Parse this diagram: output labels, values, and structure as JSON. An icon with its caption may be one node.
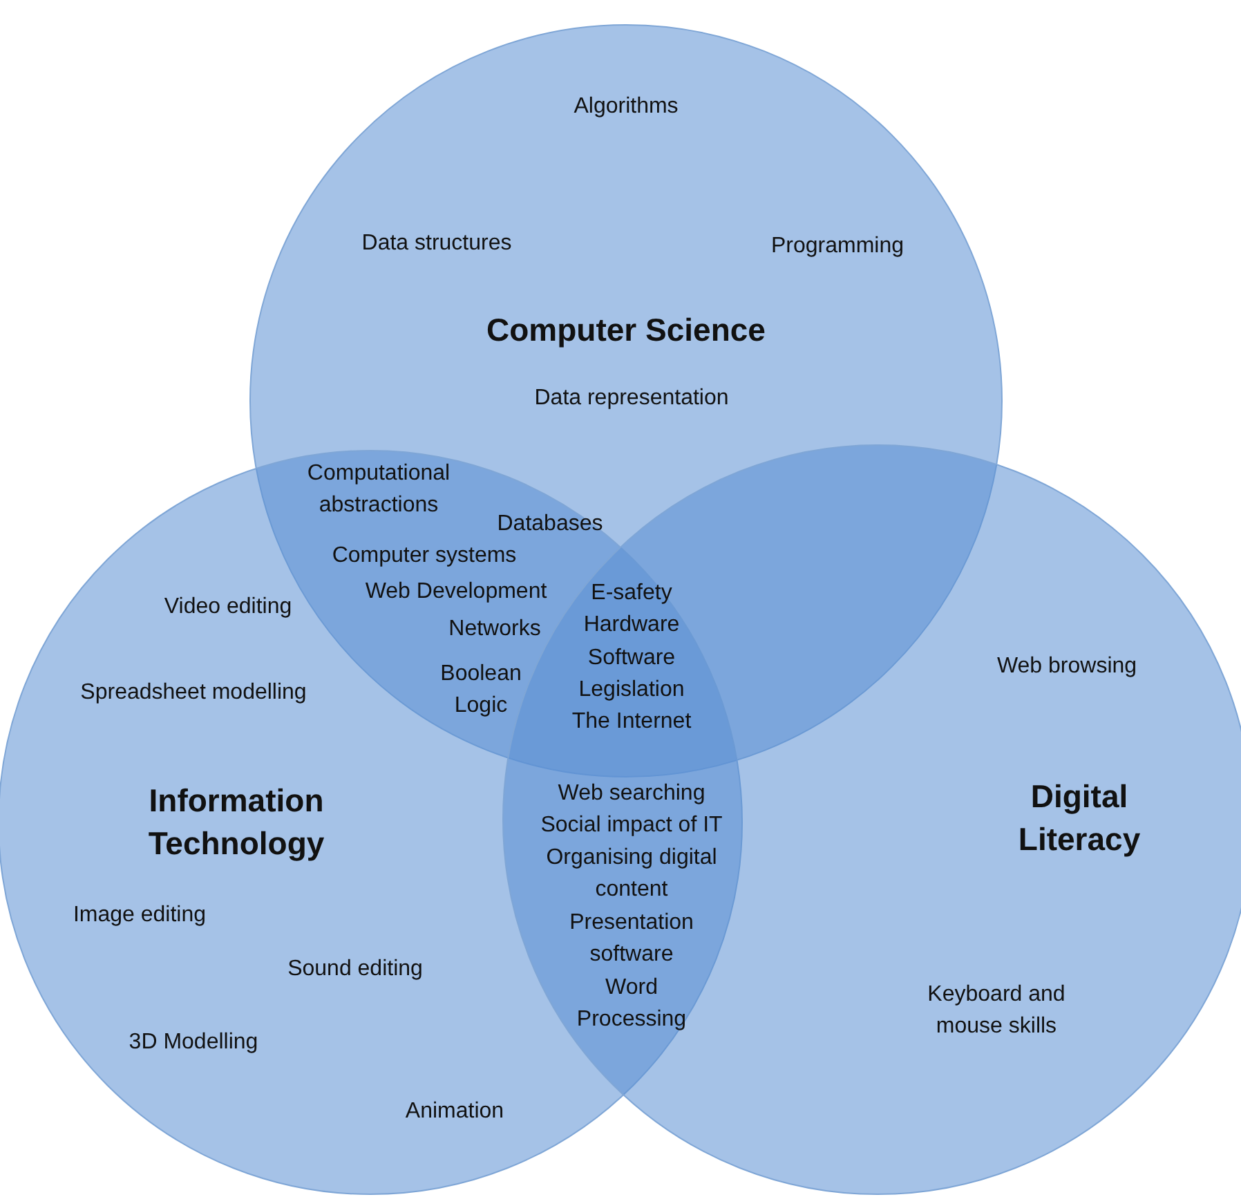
{
  "diagram": {
    "nodes": [
      {
        "text": [
          "Computer Science"
        ]
      },
      {
        "text": [
          "Information Technology"
        ]
      },
      {
        "text": [
          "Digital Literacy"
        ]
      }
    ],
    "labels": [
      "Algorithms",
      "Data structures",
      "Programming",
      "Data representation",
      "Computational abstractions",
      "Databases",
      "Computer systems",
      "Web Development",
      "E-safety",
      "Video editing",
      "Hardware",
      "Networks",
      "Software",
      "Web browsing",
      "Boolean Logic",
      "Legislation",
      "Spreadsheet modelling",
      "The Internet",
      "Web searching",
      "Social impact of IT",
      "Organising digital content",
      "Image editing",
      "Presentation software",
      "Sound editing",
      "Word Processing",
      "Keyboard and mouse skills",
      "3D Modelling",
      "Animation"
    ]
  }
}
